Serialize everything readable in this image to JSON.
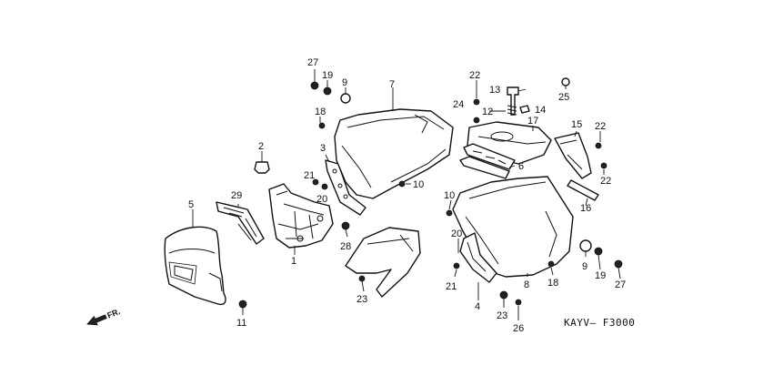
{
  "diagram_code": "KAYV– F3000",
  "direction_label": "FR.",
  "labels": {
    "l1": "1",
    "l2": "2",
    "l3": "3",
    "l4": "4",
    "l5": "5",
    "l6": "6",
    "l7": "7",
    "l8": "8",
    "l9a": "9",
    "l9b": "9",
    "l10a": "10",
    "l10b": "10",
    "l11": "11",
    "l12": "12",
    "l13": "13",
    "l14": "14",
    "l15": "15",
    "l16": "16",
    "l17": "17",
    "l18a": "18",
    "l18b": "18",
    "l19a": "19",
    "l19b": "19",
    "l20a": "20",
    "l20b": "20",
    "l21a": "21",
    "l21b": "21",
    "l22a": "22",
    "l22b": "22",
    "l23a": "23",
    "l23b": "23",
    "l24": "24",
    "l25": "25",
    "l26": "26",
    "l27a": "27",
    "l27b": "27",
    "l28": "28",
    "l29": "29"
  }
}
